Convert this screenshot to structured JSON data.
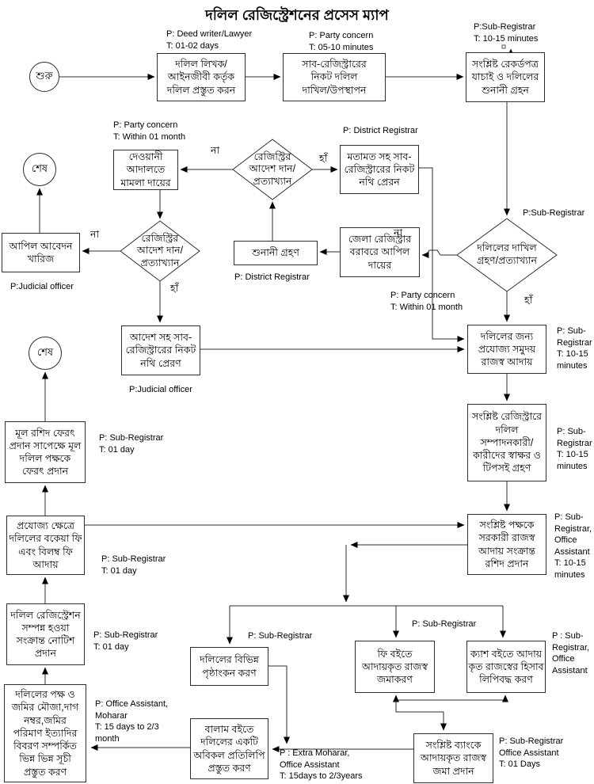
{
  "title": "দলিল রেজিস্ট্রেশনের প্রসেস ম্যাপ",
  "labels": {
    "yes": "হাঁ",
    "no": "না"
  },
  "nodes": {
    "start": "শুরু",
    "end_top": "শেষ",
    "end_mid": "শেষ",
    "prepare_deed": "দলিল লিখক/\nআইনজীবী কর্তৃক\nদলিল প্রস্তুত করন",
    "submit_deed": "সাব-রেজিস্ট্রারের\nনিকট দলিল\nদাখিল/উপস্থাপন",
    "verify_records": "সংশ্লিষ্ট রেকর্ডপত্র\nযাচাই ও দলিলের\nশুনানী গ্রহন",
    "accept_reject": "দলিলের দাখিল\nগ্রহণ/প্রত্যাখ্যান",
    "appeal_district": "জেলা রেজিস্ট্রার\nবরাবরে আপিল\nদায়ের",
    "hearing": "শুনানী গ্রহণ",
    "registry_order_1": "রেজিস্ট্রির\nআদেশ দান/\nপ্রত্যাখ্যান",
    "send_opinion": "মতামত সহ সাব-\nরেজিস্ট্রারের নিকট\nনথি প্রেরন",
    "civil_court": "দেওয়ানী আদালতে\nমামলা দায়ের",
    "registry_order_2": "রেজিস্ট্রির\nআদেশ দান/\nপ্রত্যাখ্যান",
    "appeal_dismissed": "আপিল আবেদন\nখারিজ",
    "send_order": "আদেশ সহ সাব-\nরেজিস্ট্রারের নিকট\nনথি প্রেরণ",
    "collect_revenue": "দলিলের জন্য\nপ্রযোজ্য সমুদয়\nরাজস্ব আদায়",
    "signatures": "সংশ্লিষ্ট রেজিস্ট্রারে\nদলিল\nসম্পাদনকারী/\nকারীদের স্বাক্ষর ও\nটিপসই গ্রহণ",
    "return_deed": "মূল রশিদ ফেরৎ\nপ্রদান সাপেক্ষে মূল\nদলিল পক্ষকে\nফেরৎ প্রদান",
    "due_fees": "প্রযোজ্য ক্ষেত্রে\nদলিলের বকেয়া ফি\nএবং বিলম্ব ফি\nআদায়",
    "issue_receipt": "সংশ্লিষ্ট পক্ষকে\nসরকারী রাজস্ব\nআদায় সংক্রান্ত\nরশিদ প্রদান",
    "notice_complete": "দলিল রেজিস্ট্রেশন\nসম্পন্ন হওয়া\nসংক্রান্ত নোটিশ\nপ্রদান",
    "indexes": "দলিলের পক্ষ ও\nজমির মৌজা,দাগ\nনম্বর,জমির\nপরিমাণ ইত্যাদির\nবিবরণ সম্পর্কিত\nভিন্ন ভিন্ন সূচী\nপ্রস্তুত করণ",
    "endorsement": "দলিলের বিভিন্ন\nপৃষ্ঠাংকন করণ",
    "balam_copy": "বালাম বইতে\nদলিলের একটি\nঅবিকল প্রতিলিপি\nপ্রস্তুত করণ",
    "fee_book": "ফি বইতে\nআদায়কৃত রাজস্ব\nজমাকরণ",
    "cash_book": "ক্যাশ বইতে আদায়\nকৃত রাজস্বের হিসাব\nলিপিবদ্ধ করণ",
    "bank_deposit": "সংশ্লিষ্ট ব্যাংকে\nআদায়কৃত রাজস্ব\nজমা প্রদান"
  },
  "annotations": {
    "deed_writer": "P: Deed writer/Lawyer\nT: 01-02 days",
    "party_submit": "P: Party concern\nT: 05-10 minutes",
    "subreg_hearing": "P:Sub-Registrar\nT: 10-15 minutes",
    "party_court": "P: Party concern\nT: Within 01 month",
    "district_reg_top": "P: District Registrar",
    "subreg_decision": "P:Sub-Registrar",
    "district_reg_hearing": "P: District Registrar",
    "party_appeal": "P: Party concern\nT: Within 01 month",
    "judicial_1": "P:Judicial officer",
    "judicial_2": "P:Judicial officer",
    "subreg_revenue": "P: Sub-\nRegistrar\nT: 10-15\nminutes",
    "subreg_signature": "P: Sub-\nRegistrar\nT: 10-15\nminutes",
    "subreg_return": "P: Sub-Registrar\nT: 01 day",
    "subreg_due": "P: Sub-Registrar\nT: 01 day",
    "subreg_receipt": "P: Sub-\nRegistrar,\nOffice\nAssistant\nT: 10-15\nminutes",
    "subreg_notice": "P: Sub-Registrar\nT: 01 day",
    "office_moharar": "P: Office Assistant,\nMoharar\nT: 15 days to 2/3\nmonth",
    "subreg_endorse": "P: Sub-Registrar",
    "subreg_feebook": "P: Sub-Registrar",
    "subreg_cashbook": "P : Sub-\nRegistrar,\nOffice\nAssistant",
    "extra_moharar": "P : Extra Moharar,\nOffice Assistant\nT: 15days to 2/3years",
    "subreg_bank": "P: Sub-Registrar\nOffice Assistant\nT: 01 Days"
  }
}
